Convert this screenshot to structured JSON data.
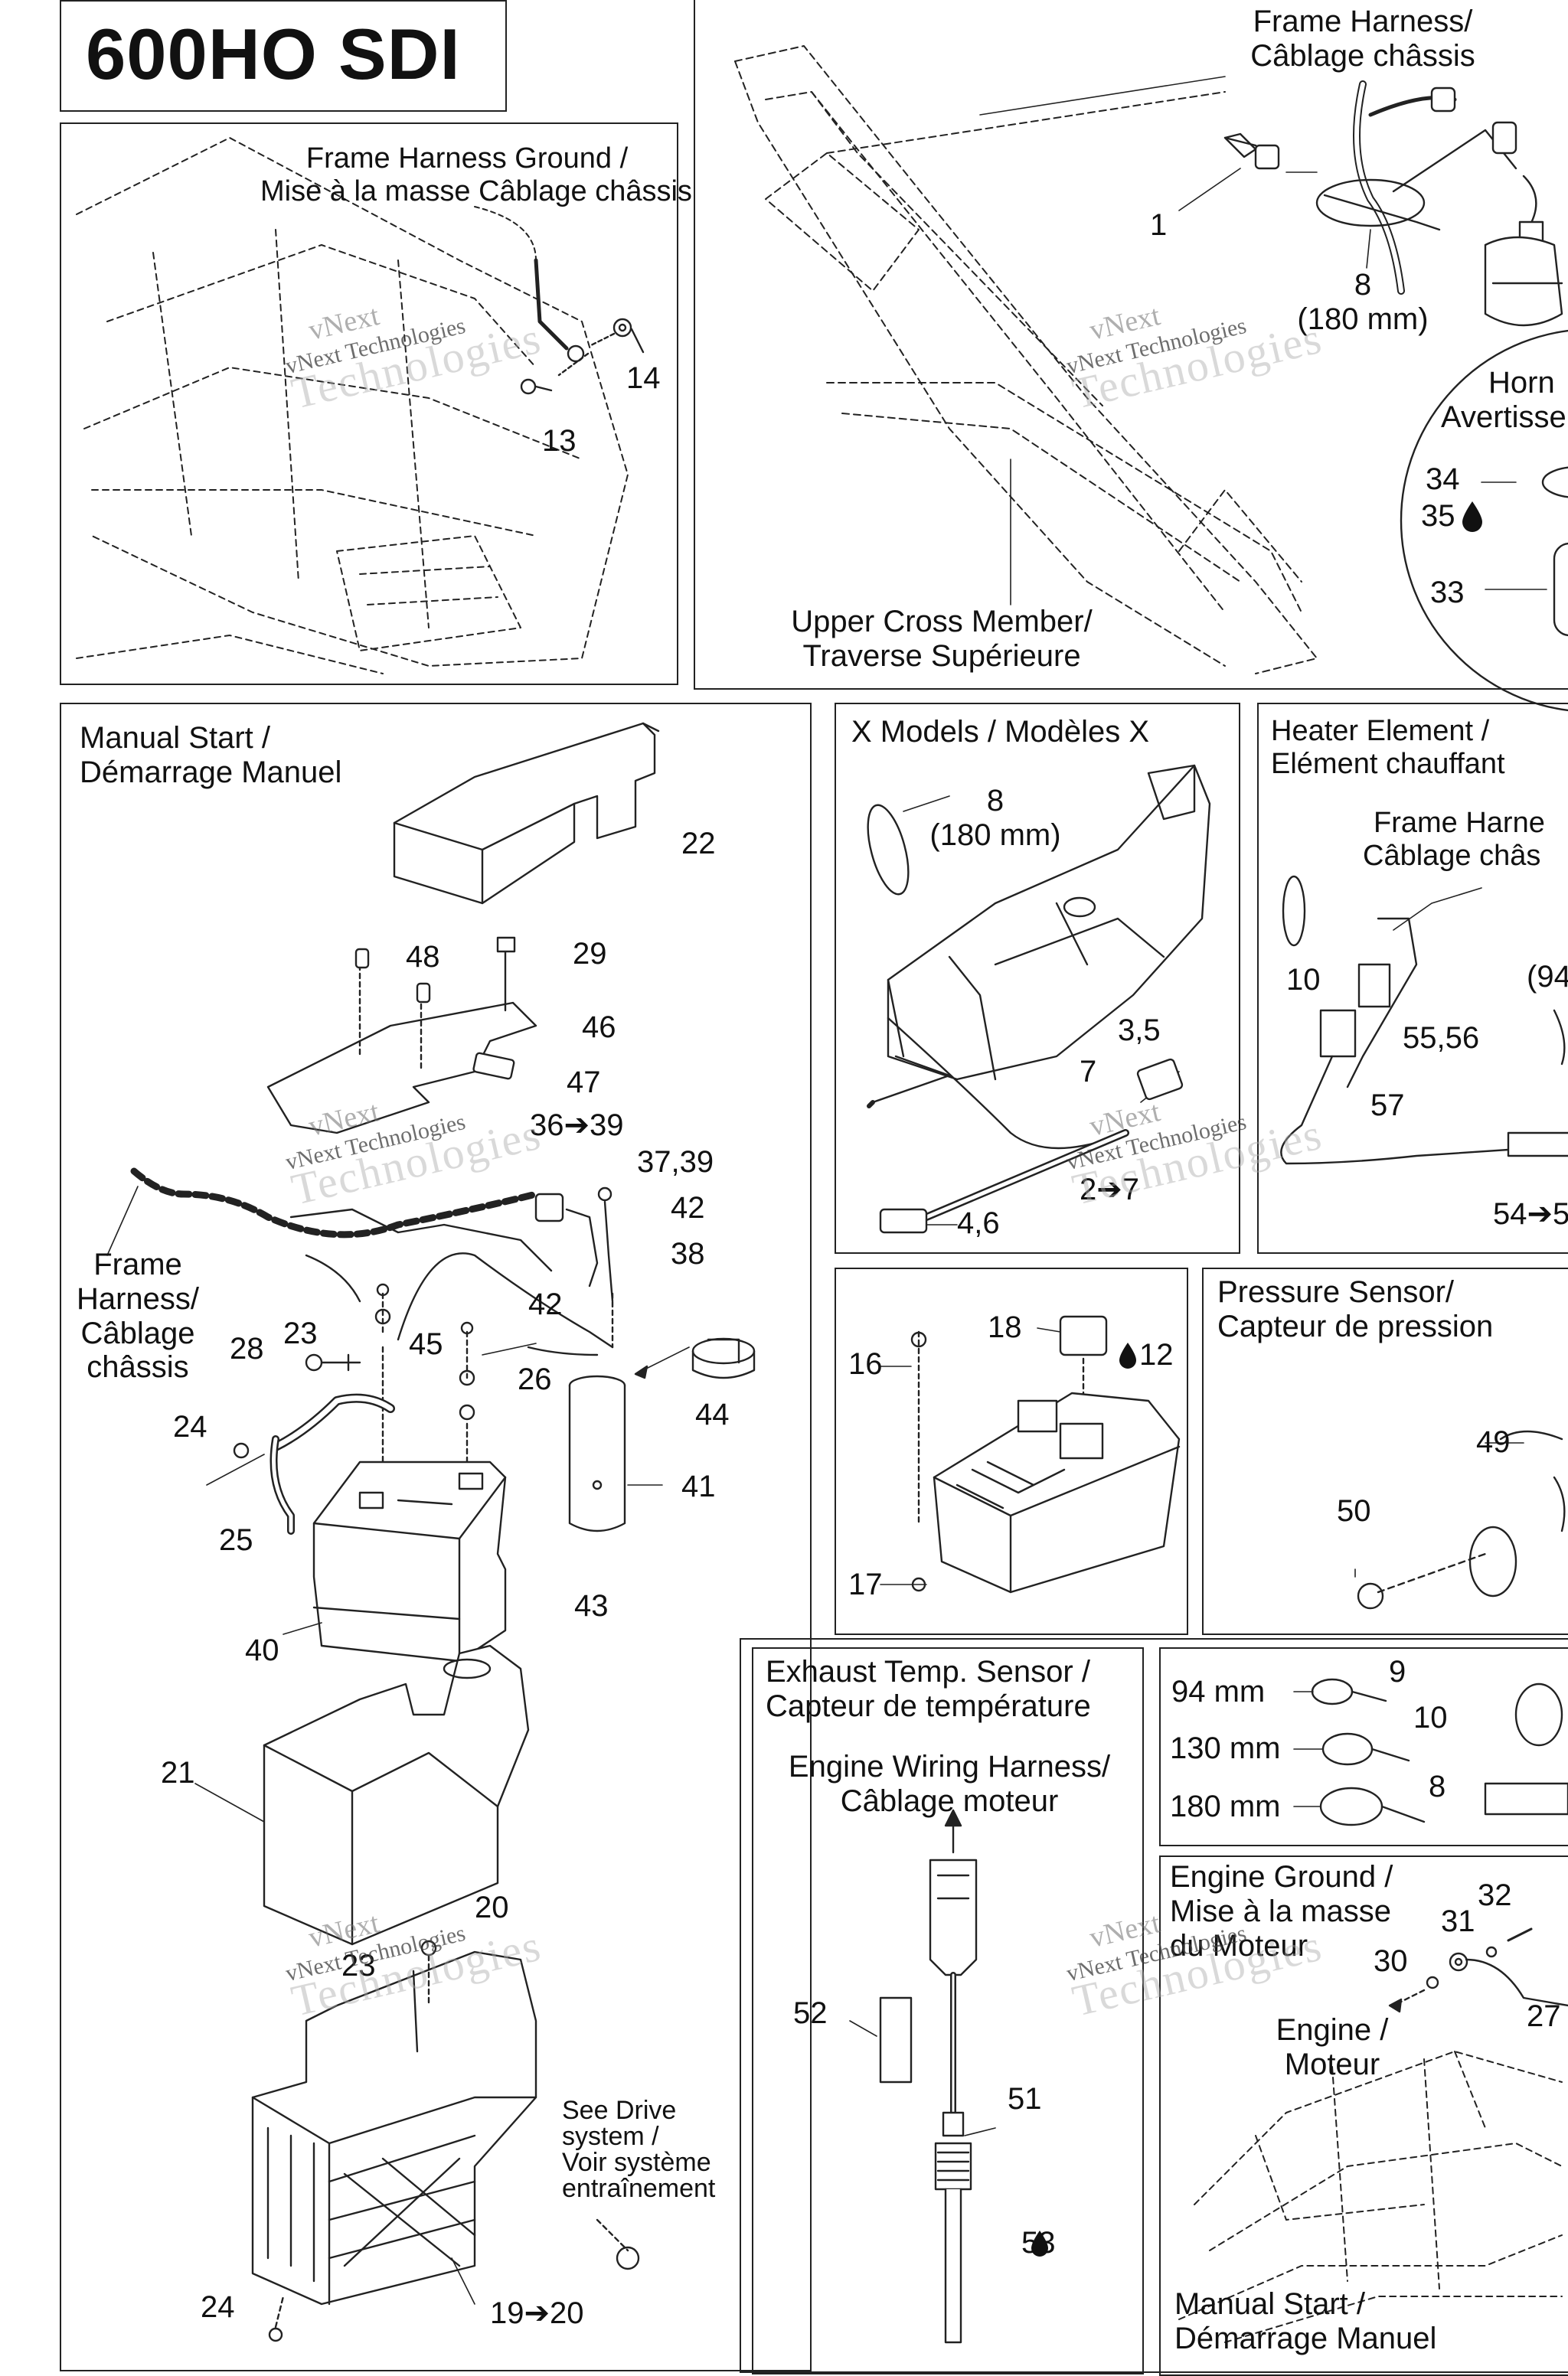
{
  "title": "600HO SDI",
  "watermark": {
    "line1": "vNext",
    "line2": "vNext Technologies",
    "line3": "Technologies"
  },
  "panels": {
    "frame_ground": {
      "label_en": "Frame Harness Ground /",
      "label_fr": "Mise à la masse Câblage châssis",
      "n13": "13",
      "n14": "14"
    },
    "frame_top": {
      "harness_en": "Frame Harness/",
      "harness_fr": "Câblage châssis",
      "n1": "1",
      "n8": "8",
      "n8_size": "(180 mm)",
      "cross_en": "Upper Cross Member/",
      "cross_fr": "Traverse Supérieure",
      "horn_en": "Horn",
      "horn_fr": "Avertisse",
      "n34": "34",
      "n35": "35",
      "n33": "33"
    },
    "manual_start": {
      "heading_en": "Manual Start /",
      "heading_fr": "Démarrage Manuel",
      "n22": "22",
      "n48": "48",
      "n29": "29",
      "n46": "46",
      "n47": "47",
      "n36_39": "36➔39",
      "n37_39": "37,39",
      "n42a": "42",
      "n38": "38",
      "n42b": "42",
      "frame_1": "Frame",
      "frame_2": "Harness/",
      "frame_3": "Câblage",
      "frame_4": "châssis",
      "n23a": "23",
      "n28": "28",
      "n45": "45",
      "n26": "26",
      "n44": "44",
      "n24a": "24",
      "n41": "41",
      "n25": "25",
      "n43": "43",
      "n40": "40",
      "n21": "21",
      "n20": "20",
      "n23b": "23",
      "n24b": "24",
      "n19_20": "19➔20",
      "see_1": "See Drive",
      "see_2": "system /",
      "see_3": "Voir système",
      "see_4": "entraînement"
    },
    "x_models": {
      "heading": "X Models / Modèles X",
      "n8": "8",
      "n8_size": "(180 mm)",
      "n3_5": "3,5",
      "n7": "7",
      "n2_7": "2➔7",
      "n4_6": "4,6"
    },
    "heater": {
      "heading_en": "Heater Element /",
      "heading_fr": "Elément chauffant",
      "harness_en": "Frame Harne",
      "harness_fr": "Câblage châs",
      "n10": "10",
      "n94": "(94",
      "n55_56": "55,56",
      "n57": "57",
      "n54": "54➔5"
    },
    "fuse_box": {
      "n18": "18",
      "n16": "16",
      "n12": "12",
      "n17": "17"
    },
    "pressure": {
      "heading_en": "Pressure Sensor/",
      "heading_fr": "Capteur de pression",
      "n49": "49",
      "n50": "50"
    },
    "exhaust": {
      "heading_en": "Exhaust Temp. Sensor /",
      "heading_fr": "Capteur de température",
      "harness_en": "Engine Wiring Harness/",
      "harness_fr": "Câblage moteur",
      "n52": "52",
      "n51": "51",
      "n53": "53"
    },
    "ties": {
      "r1_size": "94 mm",
      "r1_num": "9",
      "r2_size": "130 mm",
      "r2_num": "10",
      "r3_size": "180 mm",
      "r3_num": "8"
    },
    "engine_ground": {
      "heading_1": "Engine Ground /",
      "heading_2": "Mise à la masse",
      "heading_3": "du Moteur",
      "n32": "32",
      "n31": "31",
      "n30": "30",
      "n27": "27",
      "engine_1": "Engine /",
      "engine_2": "Moteur",
      "manual_1": "Manual Start /",
      "manual_2": "Démarrage Manuel"
    }
  }
}
